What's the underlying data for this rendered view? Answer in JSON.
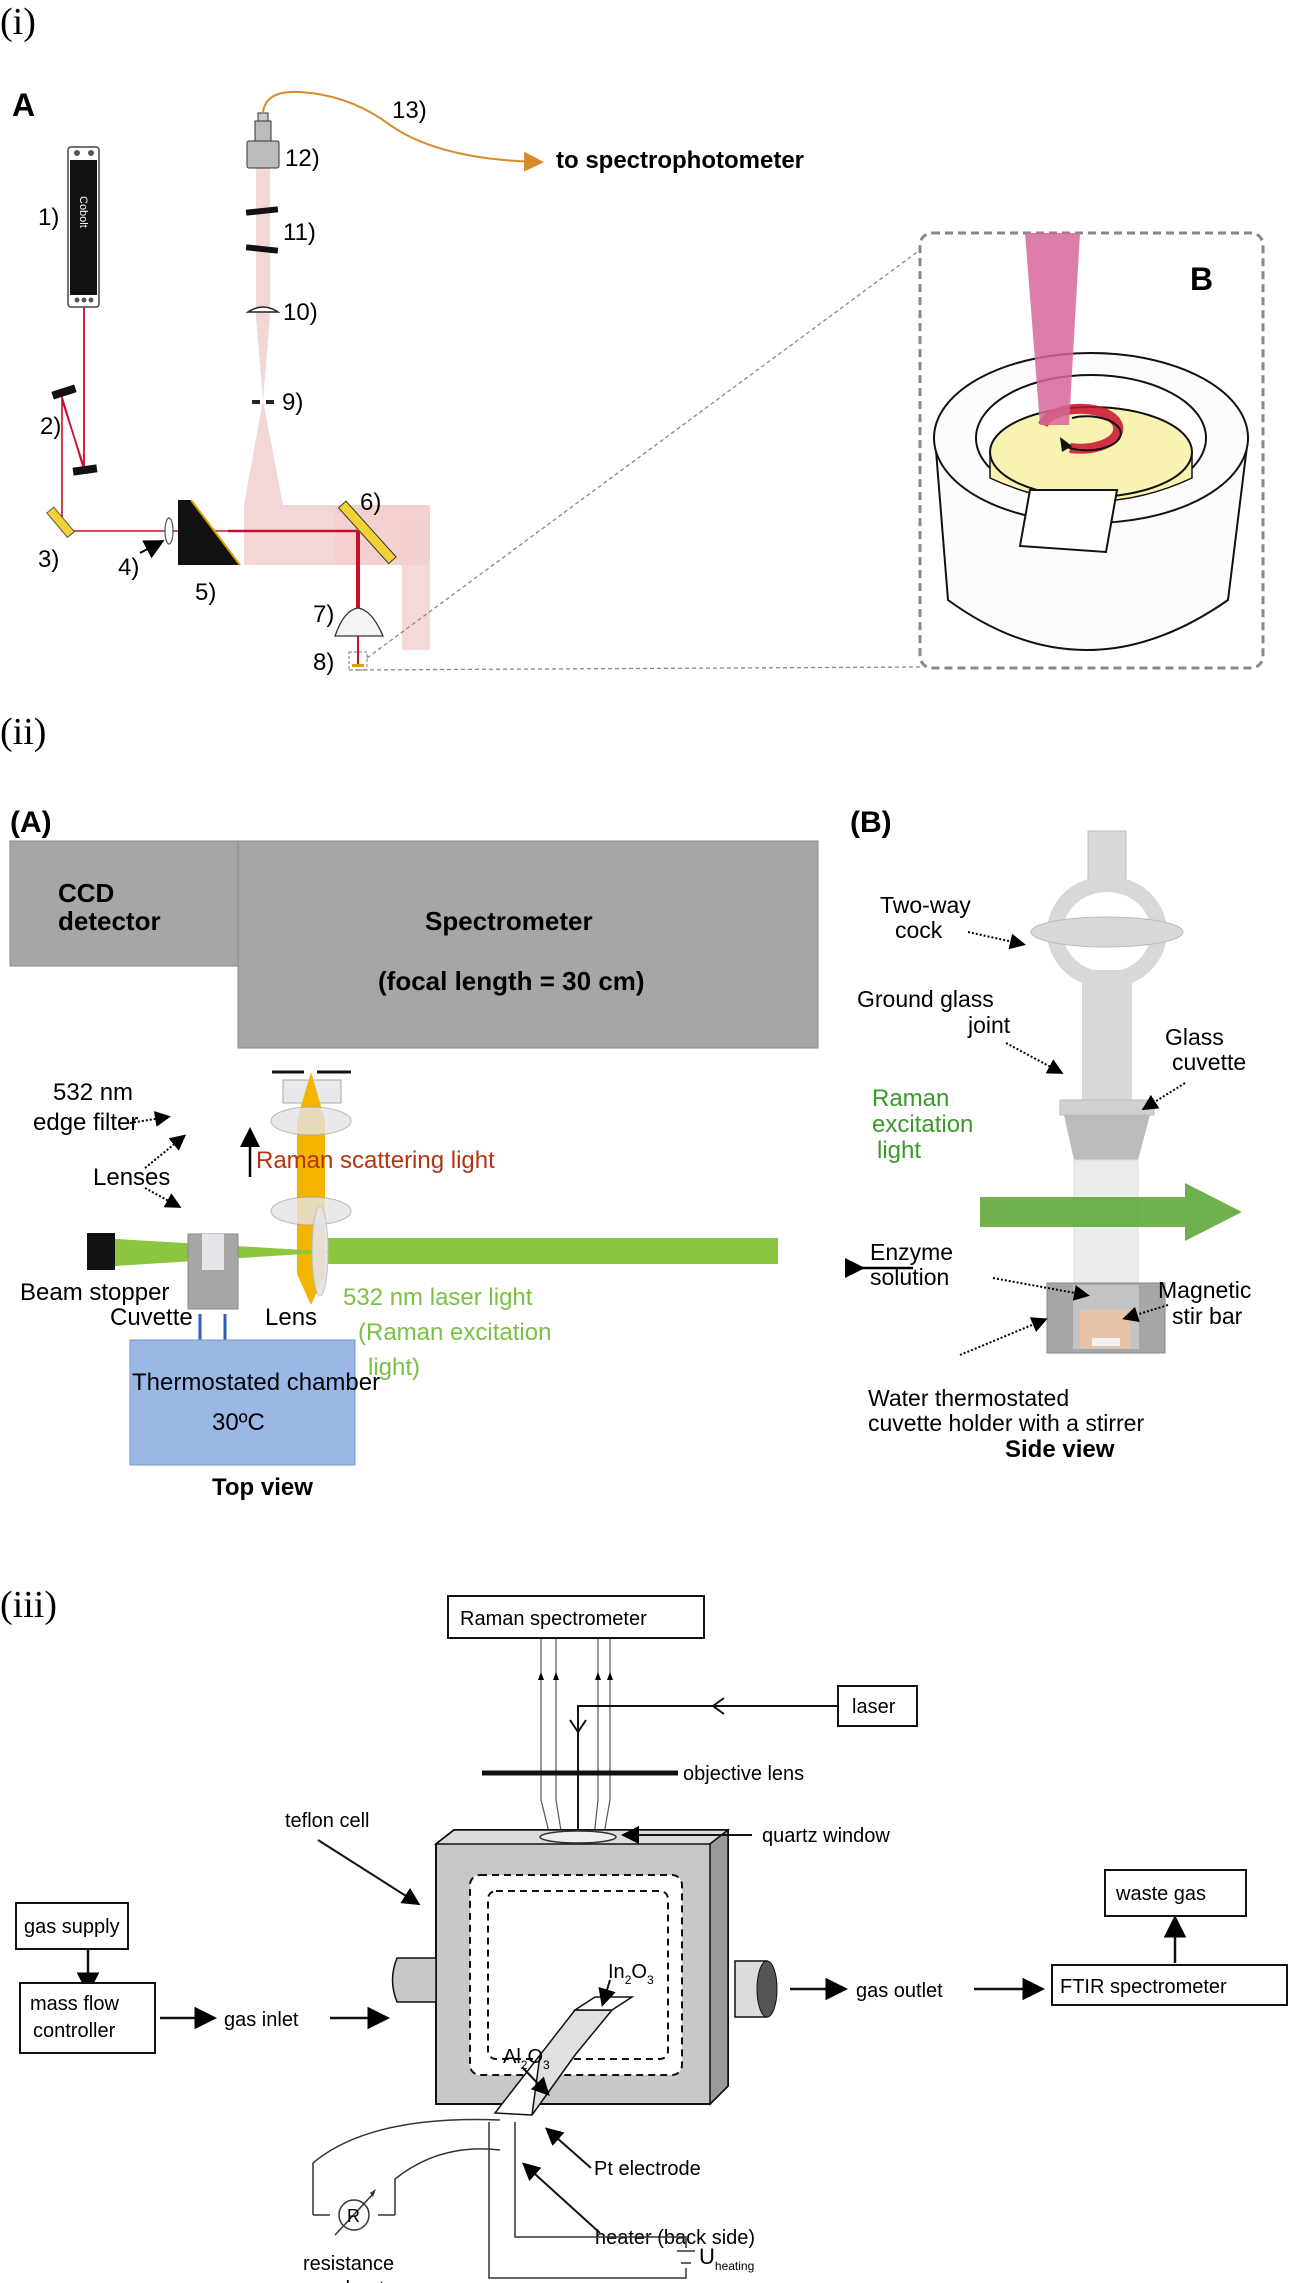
{
  "panel_i": {
    "roman_label": "(i)",
    "sub_a": "A",
    "sub_b": "B",
    "laser_brand": "Cobolt",
    "numbers": [
      "1)",
      "2)",
      "3)",
      "4)",
      "5)",
      "6)",
      "7)",
      "8)",
      "9)",
      "10)",
      "11)",
      "12)",
      "13)"
    ],
    "fiber_target": "to spectrophotometer",
    "colors": {
      "laser_beam": "#c8102e",
      "scatter_beam": "#f2d0d0",
      "mirror": "#f2d234",
      "fiber": "#d98a2b",
      "sample_disc": "#f8f3b0",
      "pink_beam": "#d6679a"
    }
  },
  "panel_ii": {
    "roman_label": "(ii)",
    "sub_a": "(A)",
    "sub_b": "(B)",
    "ccd_line1": "CCD",
    "ccd_line2": "detector",
    "spec_line1": "Spectrometer",
    "spec_line2": "(focal length = 30 cm)",
    "edge_filter_line1": "532 nm",
    "edge_filter_line2": "edge filter",
    "lenses": "Lenses",
    "raman_scattering": "Raman scattering light",
    "beam_stopper": "Beam stopper",
    "cuvette": "Cuvette",
    "lens": "Lens",
    "laser_line1a": "532 nm",
    "laser_line1b": "laser light",
    "laser_line2": "(Raman excitation",
    "laser_line3": "light)",
    "chamber_line1": "Thermostated chamber",
    "chamber_line2": "30ºC",
    "top_view": "Top view",
    "two_way_1": "Two-way",
    "two_way_2": "cock",
    "ground_1": "Ground glass",
    "ground_2": "joint",
    "glass_1": "Glass",
    "glass_2": "cuvette",
    "raman_exc_1": "Raman",
    "raman_exc_2": "excitation",
    "raman_exc_3": "light",
    "enzyme_1": "Enzyme",
    "enzyme_2": "solution",
    "magnetic_1": "Magnetic",
    "magnetic_2": "stir bar",
    "water_1": "Water thermostated",
    "water_2": "cuvette holder with a stirrer",
    "side_view": "Side view",
    "colors": {
      "gray_block": "#a6a6a6",
      "chamber": "#9ab8e6",
      "green_laser": "#8cc63f",
      "raman_text": "#b5340f",
      "laser_text": "#7ac143",
      "yellow_beam": "#f5b400",
      "green_arrow": "#5fa838",
      "enzyme": "#e8c3a8"
    }
  },
  "panel_iii": {
    "roman_label": "(iii)",
    "raman_spectrometer": "Raman spectrometer",
    "laser": "laser",
    "objective_lens": "objective lens",
    "quartz_window": "quartz window",
    "teflon_cell": "teflon cell",
    "gas_supply": "gas supply",
    "mass_flow_1": "mass flow",
    "mass_flow_2": "controller",
    "gas_inlet": "gas inlet",
    "gas_outlet": "gas outlet",
    "ftir": "FTIR spectrometer",
    "waste_gas": "waste gas",
    "al2o3_main": "Al",
    "al2o3_sub1": "2",
    "al2o3_o": "O",
    "al2o3_sub2": "3",
    "in2o3_main": "In",
    "in2o3_sub1": "2",
    "in2o3_o": "O",
    "in2o3_sub2": "3",
    "pt_electrode": "Pt electrode",
    "heater": "heater (back side)",
    "resistance_1": "resistance",
    "resistance_2": "read-out",
    "r_symbol": "R",
    "u_heating_main": "U",
    "u_heating_sub": "heating"
  }
}
